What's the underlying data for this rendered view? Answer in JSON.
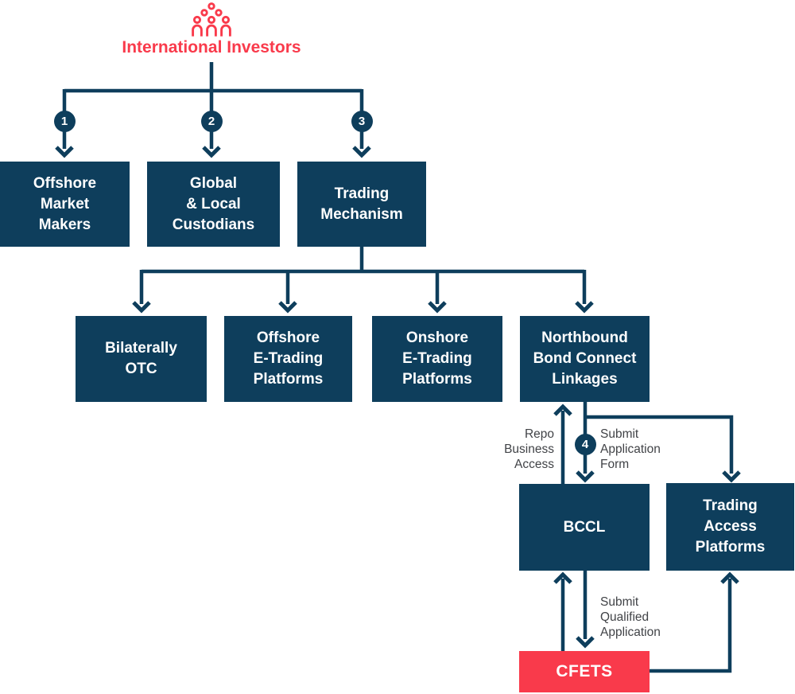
{
  "colors": {
    "navy": "#0e3e5c",
    "red": "#f93a4b",
    "edge_label_text": "#414347",
    "box_text": "#ffffff",
    "background": "#ffffff"
  },
  "header": {
    "icon": "people-group-icon",
    "title": "International Investors"
  },
  "badges": {
    "b1": "1",
    "b2": "2",
    "b3": "3",
    "b4": "4"
  },
  "boxes": {
    "offshore_market_makers": "Offshore\nMarket\nMakers",
    "global_local_custodians": "Global\n& Local\nCustodians",
    "trading_mechanism": "Trading\nMechanism",
    "bilaterally_otc": "Bilaterally\nOTC",
    "offshore_etrading": "Offshore\nE-Trading\nPlatforms",
    "onshore_etrading": "Onshore\nE-Trading\nPlatforms",
    "northbound_bond_connect": "Northbound\nBond Connect\nLinkages",
    "bccl": "BCCL",
    "trading_access_platforms": "Trading\nAccess\nPlatforms",
    "cfets": "CFETS"
  },
  "edge_labels": {
    "repo_business_access": "Repo\nBusiness\nAccess",
    "submit_application_form": "Submit\nApplication\nForm",
    "submit_qualified_application": "Submit\nQualified\nApplication"
  }
}
